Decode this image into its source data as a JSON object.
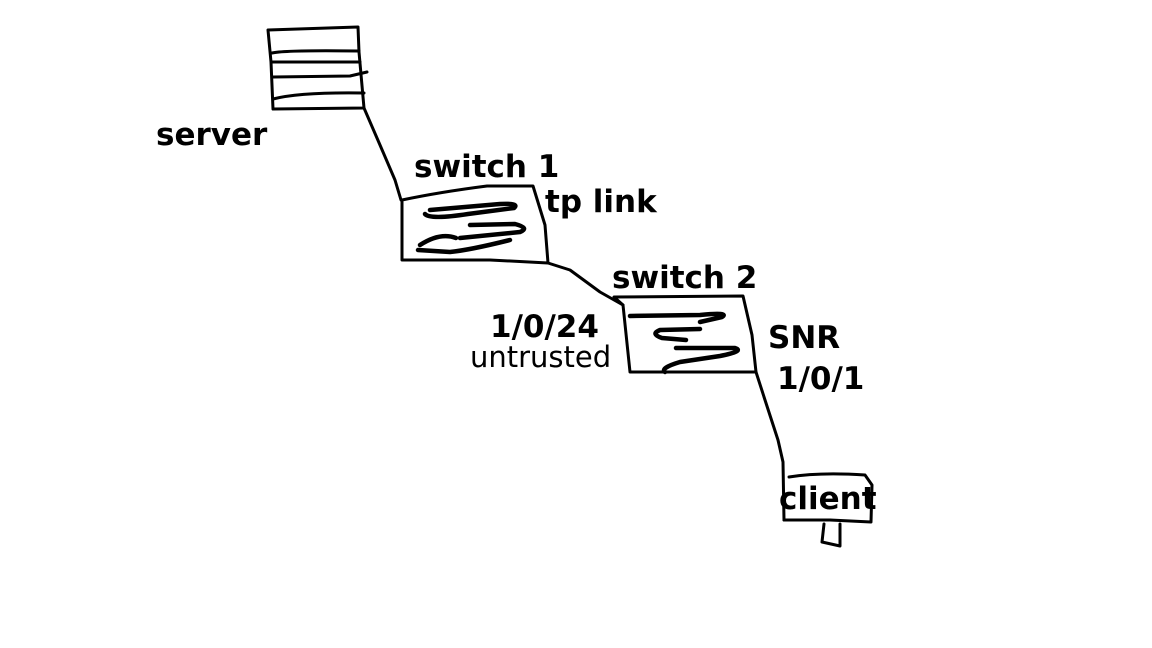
{
  "diagram": {
    "title": "Network topology sketch",
    "nodes": [
      {
        "id": "server",
        "label": "server",
        "icon": "server-rack-icon"
      },
      {
        "id": "switch1",
        "label": "switch 1",
        "vendor": "tp link",
        "icon": "network-switch-icon"
      },
      {
        "id": "switch2",
        "label": "switch 2",
        "vendor": "SNR",
        "icon": "network-switch-icon",
        "ports": [
          {
            "name": "1/0/24",
            "note": "untrusted",
            "toward": "switch1"
          },
          {
            "name": "1/0/1",
            "toward": "client"
          }
        ]
      },
      {
        "id": "client",
        "label": "client",
        "icon": "computer-monitor-icon"
      }
    ],
    "links": [
      {
        "from": "server",
        "to": "switch1"
      },
      {
        "from": "switch1",
        "to": "switch2",
        "port": "1/0/24"
      },
      {
        "from": "switch2",
        "to": "client",
        "port": "1/0/1"
      }
    ]
  }
}
